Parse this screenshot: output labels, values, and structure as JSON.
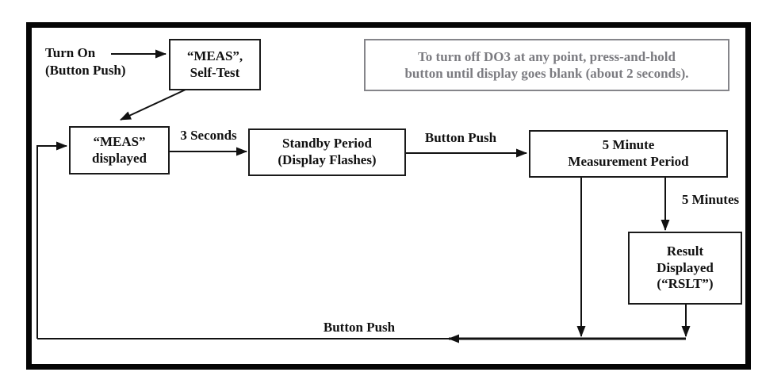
{
  "flowchart": {
    "nodes": {
      "meas_selftest": {
        "lines": [
          "“MEAS”,",
          "Self-Test"
        ]
      },
      "meas_displayed": {
        "lines": [
          "“MEAS”",
          "displayed"
        ]
      },
      "standby": {
        "lines": [
          "Standby Period",
          "(Display Flashes)"
        ]
      },
      "five_minute": {
        "lines": [
          "5 Minute",
          "Measurement Period"
        ]
      },
      "result": {
        "lines": [
          "Result",
          "Displayed",
          "(“RSLT”)"
        ]
      }
    },
    "labels": {
      "turn_on_line1": "Turn On",
      "turn_on_line2": "(Button Push)",
      "three_seconds": "3 Seconds",
      "button_push_top": "Button Push",
      "five_minutes": "5 Minutes",
      "button_push_bottom": "Button Push"
    },
    "note": {
      "line1": "To turn off DO3 at any point, press-and-hold",
      "line2": "button until display goes blank (about 2 seconds)."
    },
    "colors": {
      "line": "#111111",
      "frame": "#050505",
      "note_gray_text": "#7b7b80",
      "note_gray_border": "#85858a",
      "background": "#ffffff"
    }
  }
}
